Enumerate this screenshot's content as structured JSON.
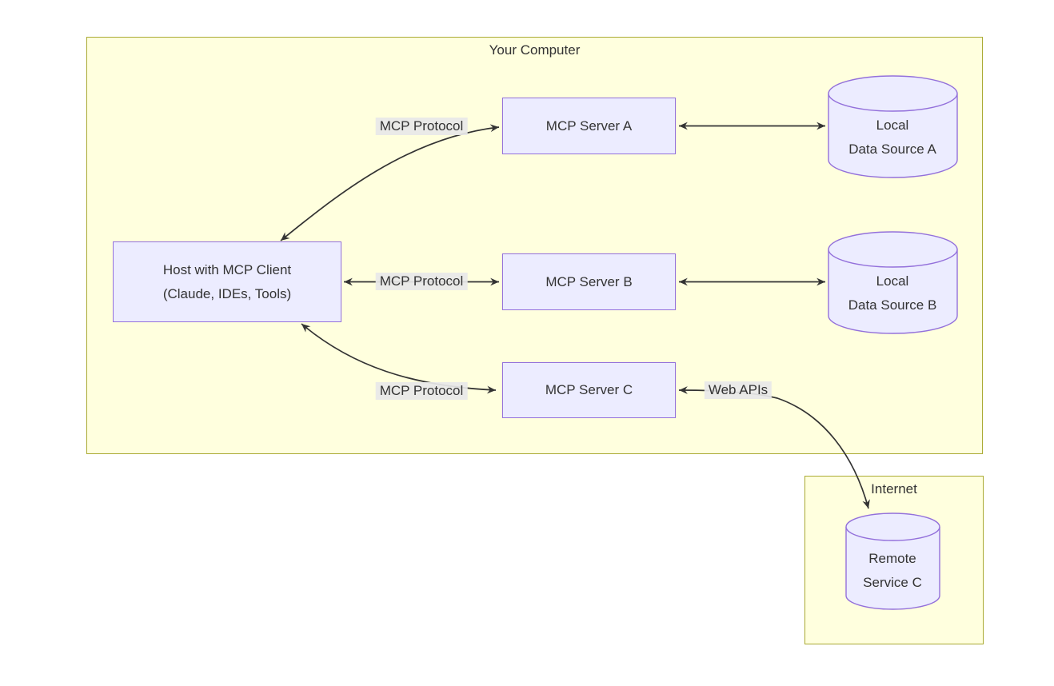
{
  "diagram": {
    "clusters": {
      "your_computer": {
        "label": "Your Computer"
      },
      "internet": {
        "label": "Internet"
      }
    },
    "nodes": {
      "host": {
        "line1": "Host with MCP Client",
        "line2": "(Claude, IDEs, Tools)"
      },
      "server_a": {
        "label": "MCP Server A"
      },
      "server_b": {
        "label": "MCP Server B"
      },
      "server_c": {
        "label": "MCP Server C"
      },
      "data_a": {
        "line1": "Local",
        "line2": "Data Source A"
      },
      "data_b": {
        "line1": "Local",
        "line2": "Data Source B"
      },
      "remote_c": {
        "line1": "Remote",
        "line2": "Service C"
      }
    },
    "edges": {
      "host_server_a": {
        "label": "MCP Protocol"
      },
      "host_server_b": {
        "label": "MCP Protocol"
      },
      "host_server_c": {
        "label": "MCP Protocol"
      },
      "server_c_remote": {
        "label": "Web APIs"
      }
    },
    "colors": {
      "cluster_fill": "#ffffde",
      "cluster_border": "#aaaa33",
      "node_fill": "#ececff",
      "node_border": "#9370db",
      "edge_label_bg": "#e8e8e8",
      "edge_color": "#333333",
      "text_color": "#333333"
    }
  }
}
